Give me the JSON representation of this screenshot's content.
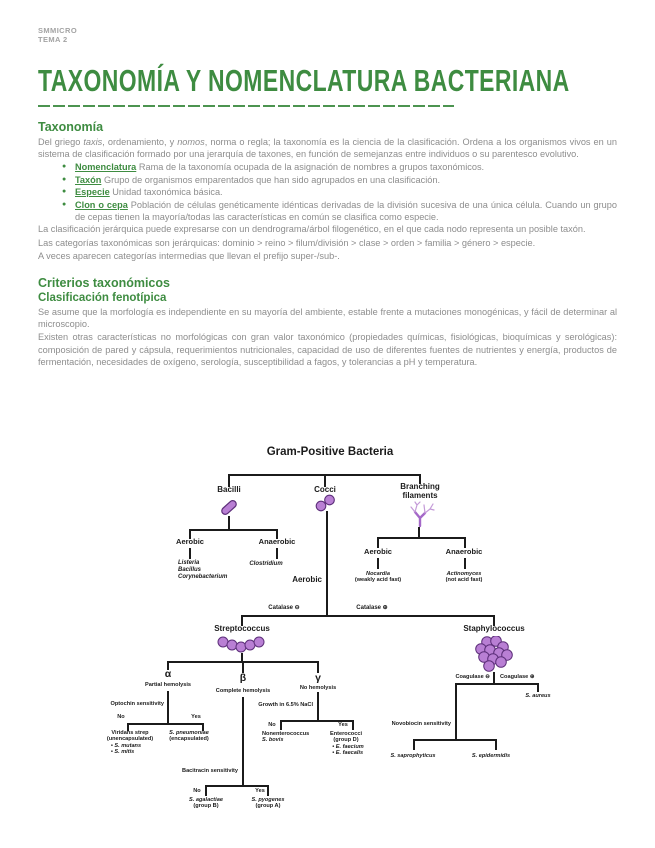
{
  "page": {
    "course": "SMMICRO",
    "tema": "TEMA 2",
    "title": "TAXONOMÍA Y NOMENCLATURA BACTERIANA"
  },
  "sections": {
    "taxonomia": {
      "heading": "Taxonomía",
      "p1_pre": "Del griego ",
      "p1_i1": "taxis",
      "p1_mid1": ", ordenamiento, y ",
      "p1_i2": "nomos",
      "p1_rest": ", norma o regla; la taxonomía es la ciencia de la clasificación. Ordena a los organismos vivos en un sistema de clasificación formado por una jerarquía de taxones, en función de semejanzas entre individuos o su parentesco evolutivo.",
      "bullets": [
        {
          "term": "Nomenclatura",
          "text": "Rama de la taxonomía ocupada de la asignación de nombres a grupos taxonómicos."
        },
        {
          "term": "Taxón",
          "text": "Grupo de organismos emparentados que han sido agrupados en una clasificación."
        },
        {
          "term": "Especie",
          "text": "Unidad taxonómica básica."
        },
        {
          "term": "Clon o cepa",
          "text": "Población de células genéticamente idénticas derivadas de la división sucesiva de una única célula. Cuando un grupo de cepas tienen la mayoría/todas las características en común se clasifica como especie."
        }
      ],
      "p2": "La clasificación jerárquica puede expresarse con un dendrograma/árbol filogenético, en el que cada nodo representa un posible taxón.",
      "p3": "Las categorías taxonómicas son jerárquicas: dominio > reino > filum/división > clase > orden > familia > género > especie.",
      "p4": "A veces aparecen categorías intermedias que llevan el prefijo super-/sub-."
    },
    "criterios": {
      "heading": "Criterios taxonómicos",
      "subheading": "Clasificación fenotípica",
      "p1": "Se asume que la morfología es independiente en su mayoría del ambiente, estable frente a mutaciones monogénicas, y fácil de determinar al microscopio.",
      "p2": "Existen otras características no morfológicas con gran valor taxonómico (propiedades químicas, fisiológicas, bioquímicas y serológicas): composición de pared y cápsula, requerimientos nutricionales, capacidad de uso de diferentes fuentes de nutrientes y energía, productos de fermentación, necesidades de oxígeno, serología, susceptibilidad a fagos, y tolerancias a pH y temperatura."
    }
  },
  "diagram": {
    "title": "Gram-Positive Bacteria",
    "nodes": {
      "bacilli": "Bacilli",
      "cocci": "Cocci",
      "branching_1": "Branching",
      "branching_2": "filaments",
      "aerobic": "Aerobic",
      "anaerobic": "Anaerobic",
      "bacilli_g1": "Listeria",
      "bacilli_g2": "Bacillus",
      "bacilli_g3": "Corynebacterium",
      "clostridium": "Clostridium",
      "nocardia_1": "Nocardia",
      "nocardia_2": "(weakly acid fast)",
      "actinomyces_1": "Actinomyces",
      "actinomyces_2": "(not acid fast)",
      "catalase_neg": "Catalase ⊖",
      "catalase_pos": "Catalase ⊕",
      "streptococcus": "Streptococcus",
      "staphylococcus": "Staphylococcus",
      "alpha": "α",
      "alpha_note": "Partial hemolysis",
      "beta": "β",
      "beta_note": "Complete hemolysis",
      "gamma": "γ",
      "gamma_note": "No hemolysis",
      "optochin": "Optochin sensitivity",
      "nacl": "Growth in 6.5% NaCl",
      "bacitracin": "Bacitracin sensitivity",
      "novobiocin": "Novobiocin sensitivity",
      "no": "No",
      "yes": "Yes",
      "viridans_1": "Viridans strep",
      "viridans_2": "(unencapsulated)",
      "viridans_b1": "• S. mutans",
      "viridans_b2": "• S. mitis",
      "pneumoniae_1": "S. pneumoniae",
      "pneumoniae_2": "(encapsulated)",
      "nonentero_1": "Nonenterococcus",
      "nonentero_2": "S. bovis",
      "entero_1": "Enterococci",
      "entero_2": "(group D)",
      "entero_b1": "• E. faecium",
      "entero_b2": "• E. faecalis",
      "agalactiae_1": "S. agalactiae",
      "agalactiae_2": "(group B)",
      "pyogenes_1": "S. pyogenes",
      "pyogenes_2": "(group A)",
      "coagulase_neg": "Coagulase ⊖",
      "coagulase_pos": "Coagulase ⊕",
      "aureus": "S. aureus",
      "saprophyticus": "S. saprophyticus",
      "epidermidis": "S. epidermidis"
    }
  },
  "colors": {
    "accent_green": "#3e8c41",
    "body_gray": "#8d8d8d",
    "diagram_black": "#1b1b1b",
    "bacteria_purple": "#b97fd4",
    "bacteria_purple_dark": "#5d2f7a"
  }
}
